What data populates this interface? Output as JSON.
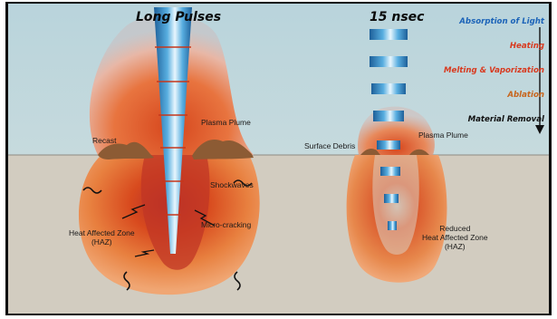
{
  "titles": {
    "long_pulses": "Long Pulses",
    "short_pulses": "15 nsec"
  },
  "long_pulse_labels": {
    "recast": "Recast",
    "plasma_plume": "Plasma Plume",
    "shockwaves": "Shockwaves",
    "heat_affected_zone": "Heat Affected Zone\n(HAZ)",
    "microcracking": "Micro-cracking"
  },
  "short_pulse_labels": {
    "surface_debris": "Surface Debris",
    "plasma_plume": "Plasma Plume",
    "reduced_haz": "Reduced\nHeat Affected Zone\n(HAZ)"
  },
  "process_steps": [
    {
      "label": "Absorption of Light",
      "color": "#1b63b8"
    },
    {
      "label": "Heating",
      "color": "#d83a1f"
    },
    {
      "label": "Melting & Vaporization",
      "color": "#d83a1f"
    },
    {
      "label": "Ablation",
      "color": "#c7651c"
    },
    {
      "label": "Material Removal",
      "color": "#111111"
    }
  ],
  "colors": {
    "sky": "#b7d3db",
    "material": "#d3cdc1",
    "haz_outer": "#e9975f",
    "haz_mid": "#e0561f",
    "haz_core": "#b8223c",
    "plume": "#cf4a1f",
    "debris": "#8a5a33",
    "beam": "#3f93c9",
    "arrow": "#8a1a1a"
  }
}
